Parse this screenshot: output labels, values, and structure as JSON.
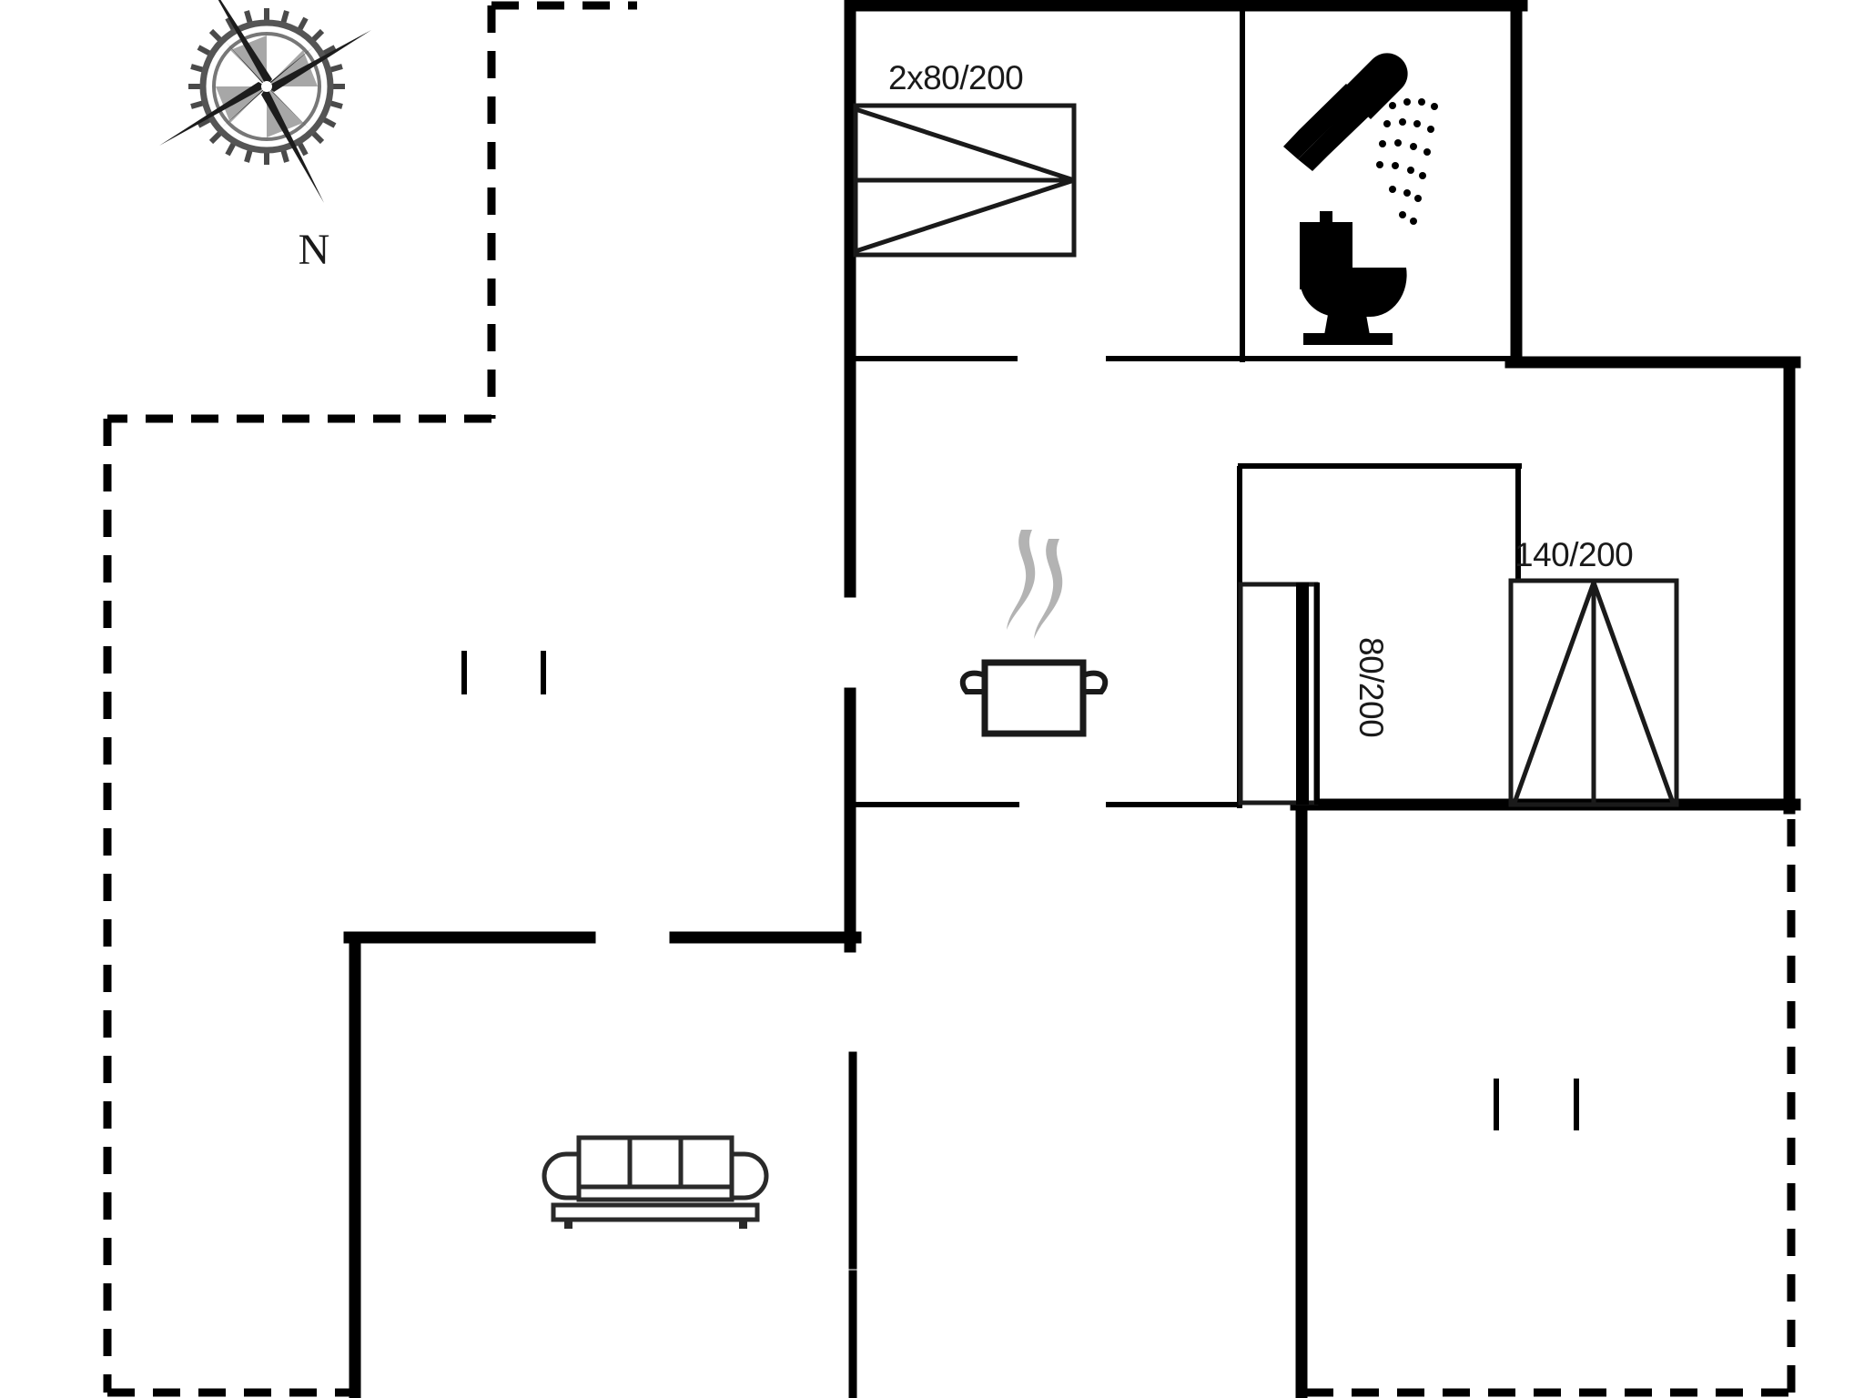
{
  "document": {
    "type": "architectural-floor-plan",
    "title": "Holiday house floor plan",
    "background_color": "#ffffff",
    "line_color": "#000000"
  },
  "compass": {
    "name": "compass-rose",
    "label": "N",
    "orientation": "north-up"
  },
  "openings": [
    {
      "id": "top-double-door",
      "label": "2x80/200",
      "kind": "double-door",
      "width_cm": 160,
      "height_cm": 200,
      "leaf_count": 2,
      "leaf_width_cm": 80
    },
    {
      "id": "sliding-door",
      "label": "80/200",
      "kind": "sliding-door",
      "width_cm": 80,
      "height_cm": 200,
      "orientation": "vertical"
    },
    {
      "id": "right-double-door",
      "label": "140/200",
      "kind": "double-door",
      "width_cm": 140,
      "height_cm": 200,
      "leaf_count": 2
    }
  ],
  "fixtures": [
    {
      "id": "shower",
      "icon": "shower-icon",
      "room": "bathroom"
    },
    {
      "id": "toilet",
      "icon": "toilet-icon",
      "room": "bathroom"
    },
    {
      "id": "cooktop",
      "icon": "cooking-pot-icon",
      "room": "kitchen"
    },
    {
      "id": "sofa",
      "icon": "sofa-icon",
      "room": "living-room",
      "seats": 3
    }
  ],
  "annotations": {
    "stair_ticks_left": 2,
    "stair_ticks_right": 2
  },
  "legend": {
    "dimension_format": "width/height in cm",
    "boundary_style": "dashed",
    "wall_style": "solid"
  }
}
